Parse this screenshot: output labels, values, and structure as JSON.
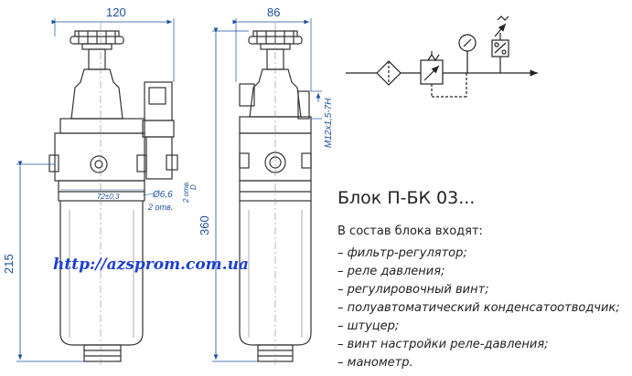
{
  "dimensions": {
    "width_front": "120",
    "width_side": "86",
    "height_total": "360",
    "height_bowl": "215",
    "thread": "M12x1,5-7H",
    "hole_spacing": "72±0,3",
    "hole_diameter": "Ø6,6",
    "hole_count": "2 отв.",
    "side_note": "2 отв.",
    "side_note_d": "D"
  },
  "url": "http://azsprom.com.ua",
  "title": "Блок П-БК 03...",
  "intro": "В состав блока входят:",
  "items": [
    "– фильтр-регулятор;",
    "– реле давления;",
    "– регулировочный винт;",
    "– полуавтоматический конденсатоотводчик;",
    "– штуцер;",
    "– винт настройки реле-давления;",
    "– манометр."
  ],
  "colors": {
    "line": "#333333",
    "dimension": "#1f4f9e",
    "link": "#1d3fd0"
  }
}
